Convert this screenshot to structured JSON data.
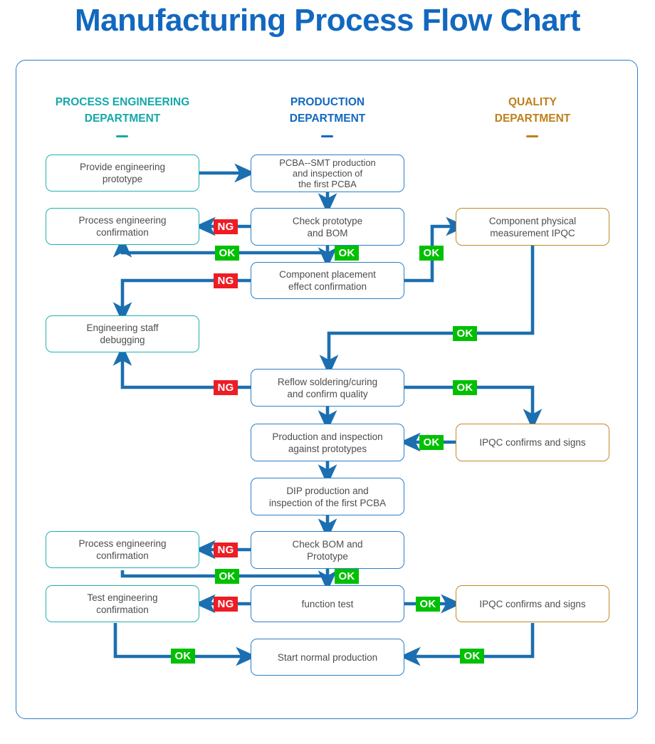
{
  "title": "Manufacturing Process Flow Chart",
  "colors": {
    "title": "#1268bf",
    "frame": "#2a7fc9",
    "connector": "#1b6fb0",
    "process_engineering": "#14a8a8",
    "production": "#1268bf",
    "quality": "#bf7f1a",
    "node_text": "#4d4d4d",
    "ok_badge": "#00c000",
    "ng_badge": "#ee1c25",
    "badge_text": "#ffffff"
  },
  "columns": [
    {
      "id": "process-engineering",
      "label": "PROCESS ENGINEERING\nDEPARTMENT",
      "color": "#14a8a8"
    },
    {
      "id": "production",
      "label": "PRODUCTION\nDEPARTMENT",
      "color": "#1268bf"
    },
    {
      "id": "quality",
      "label": "QUALITY\nDEPARTMENT",
      "color": "#bf7f1a"
    }
  ],
  "nodes": [
    {
      "id": "provide-engineering-prototype",
      "column": "process-engineering",
      "label": "Provide engineering\nprototype"
    },
    {
      "id": "pcba-smt-production",
      "column": "production",
      "label": "PCBA--SMT production\nand inspection of\nthe first PCBA"
    },
    {
      "id": "process-engineering-confirmation-1",
      "column": "process-engineering",
      "label": "Process engineering\nconfirmation"
    },
    {
      "id": "check-prototype-and-bom",
      "column": "production",
      "label": "Check prototype\nand BOM"
    },
    {
      "id": "component-physical-measurement-ipqc",
      "column": "quality",
      "label": "Component physical\nmeasurement IPQC"
    },
    {
      "id": "component-placement-effect",
      "column": "production",
      "label": "Component placement\neffect confirmation"
    },
    {
      "id": "engineering-staff-debugging",
      "column": "process-engineering",
      "label": "Engineering staff\ndebugging"
    },
    {
      "id": "reflow-soldering-curing",
      "column": "production",
      "label": "Reflow soldering/curing\nand confirm quality"
    },
    {
      "id": "production-against-prototypes",
      "column": "production",
      "label": "Production and inspection\nagainst prototypes"
    },
    {
      "id": "ipqc-confirms-and-signs-1",
      "column": "quality",
      "label": "IPQC confirms and signs"
    },
    {
      "id": "dip-production",
      "column": "production",
      "label": "DIP production and\ninspection of the first PCBA"
    },
    {
      "id": "process-engineering-confirmation-2",
      "column": "process-engineering",
      "label": "Process engineering\nconfirmation"
    },
    {
      "id": "check-bom-and-prototype",
      "column": "production",
      "label": "Check BOM and\nPrototype"
    },
    {
      "id": "test-engineering-confirmation",
      "column": "process-engineering",
      "label": "Test engineering\nconfirmation"
    },
    {
      "id": "function-test",
      "column": "production",
      "label": "function test"
    },
    {
      "id": "ipqc-confirms-and-signs-2",
      "column": "quality",
      "label": "IPQC confirms and signs"
    },
    {
      "id": "start-normal-production",
      "column": "production",
      "label": "Start normal production"
    }
  ],
  "badges": [
    {
      "id": "ng-check-prototype",
      "label": "NG",
      "kind": "ng"
    },
    {
      "id": "ok-process-eng-confirm-1",
      "label": "OK",
      "kind": "ok"
    },
    {
      "id": "ok-check-prototype-down",
      "label": "OK",
      "kind": "ok"
    },
    {
      "id": "ok-to-component-measurement",
      "label": "OK",
      "kind": "ok"
    },
    {
      "id": "ng-component-placement",
      "label": "NG",
      "kind": "ng"
    },
    {
      "id": "ok-component-measurement-down",
      "label": "OK",
      "kind": "ok"
    },
    {
      "id": "ng-reflow-soldering",
      "label": "NG",
      "kind": "ng"
    },
    {
      "id": "ok-reflow-to-ipqc",
      "label": "OK",
      "kind": "ok"
    },
    {
      "id": "ok-ipqc-1-to-production",
      "label": "OK",
      "kind": "ok"
    },
    {
      "id": "ng-check-bom",
      "label": "NG",
      "kind": "ng"
    },
    {
      "id": "ok-process-eng-confirm-2",
      "label": "OK",
      "kind": "ok"
    },
    {
      "id": "ok-check-bom-down",
      "label": "OK",
      "kind": "ok"
    },
    {
      "id": "ng-function-test",
      "label": "NG",
      "kind": "ng"
    },
    {
      "id": "ok-function-test-to-ipqc",
      "label": "OK",
      "kind": "ok"
    },
    {
      "id": "ok-test-eng-to-start",
      "label": "OK",
      "kind": "ok"
    },
    {
      "id": "ok-ipqc-2-to-start",
      "label": "OK",
      "kind": "ok"
    }
  ]
}
